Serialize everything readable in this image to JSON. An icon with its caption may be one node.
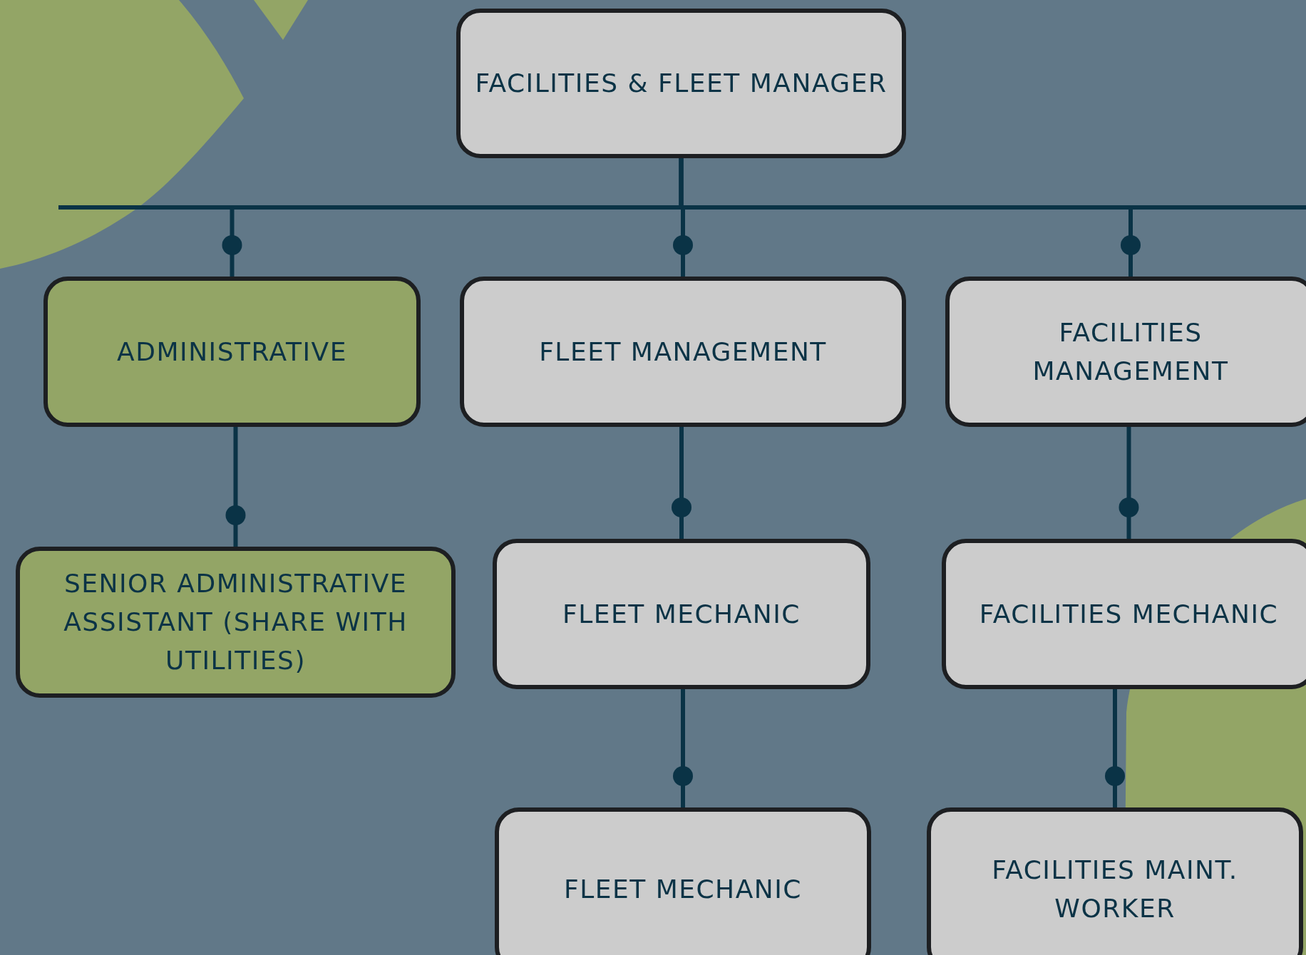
{
  "diagram": {
    "nodes": [
      {
        "text": [
          "FACILITIES & FLEET MANAGER"
        ]
      },
      {
        "text": [
          "ADMINISTRATIVE"
        ]
      },
      {
        "text": [
          "FLEET MANAGEMENT"
        ]
      },
      {
        "text": [
          "FACILITIES MANAGEMENT"
        ]
      },
      {
        "text": [
          "SENIOR ADMINISTRATIVE ASSISTANT (SHARE WITH UTILITIES)"
        ]
      },
      {
        "text": [
          "FLEET MECHANIC"
        ]
      },
      {
        "text": [
          "FACILITIES MECHANIC"
        ]
      },
      {
        "text": [
          "FLEET MECHANIC"
        ]
      },
      {
        "text": [
          "FACILITIES MAINT. WORKER"
        ]
      }
    ],
    "edges": [
      {
        "from": 0,
        "to": 1,
        "arrow": "other"
      },
      {
        "from": 0,
        "to": 2,
        "arrow": "other"
      },
      {
        "from": 0,
        "to": 3,
        "arrow": "other"
      },
      {
        "from": 1,
        "to": 4,
        "arrow": "other"
      },
      {
        "from": 2,
        "to": 5,
        "arrow": "other"
      },
      {
        "from": 3,
        "to": 6,
        "arrow": "other"
      },
      {
        "from": 5,
        "to": 7,
        "arrow": "other"
      },
      {
        "from": 6,
        "to": 8,
        "arrow": "other"
      }
    ]
  }
}
